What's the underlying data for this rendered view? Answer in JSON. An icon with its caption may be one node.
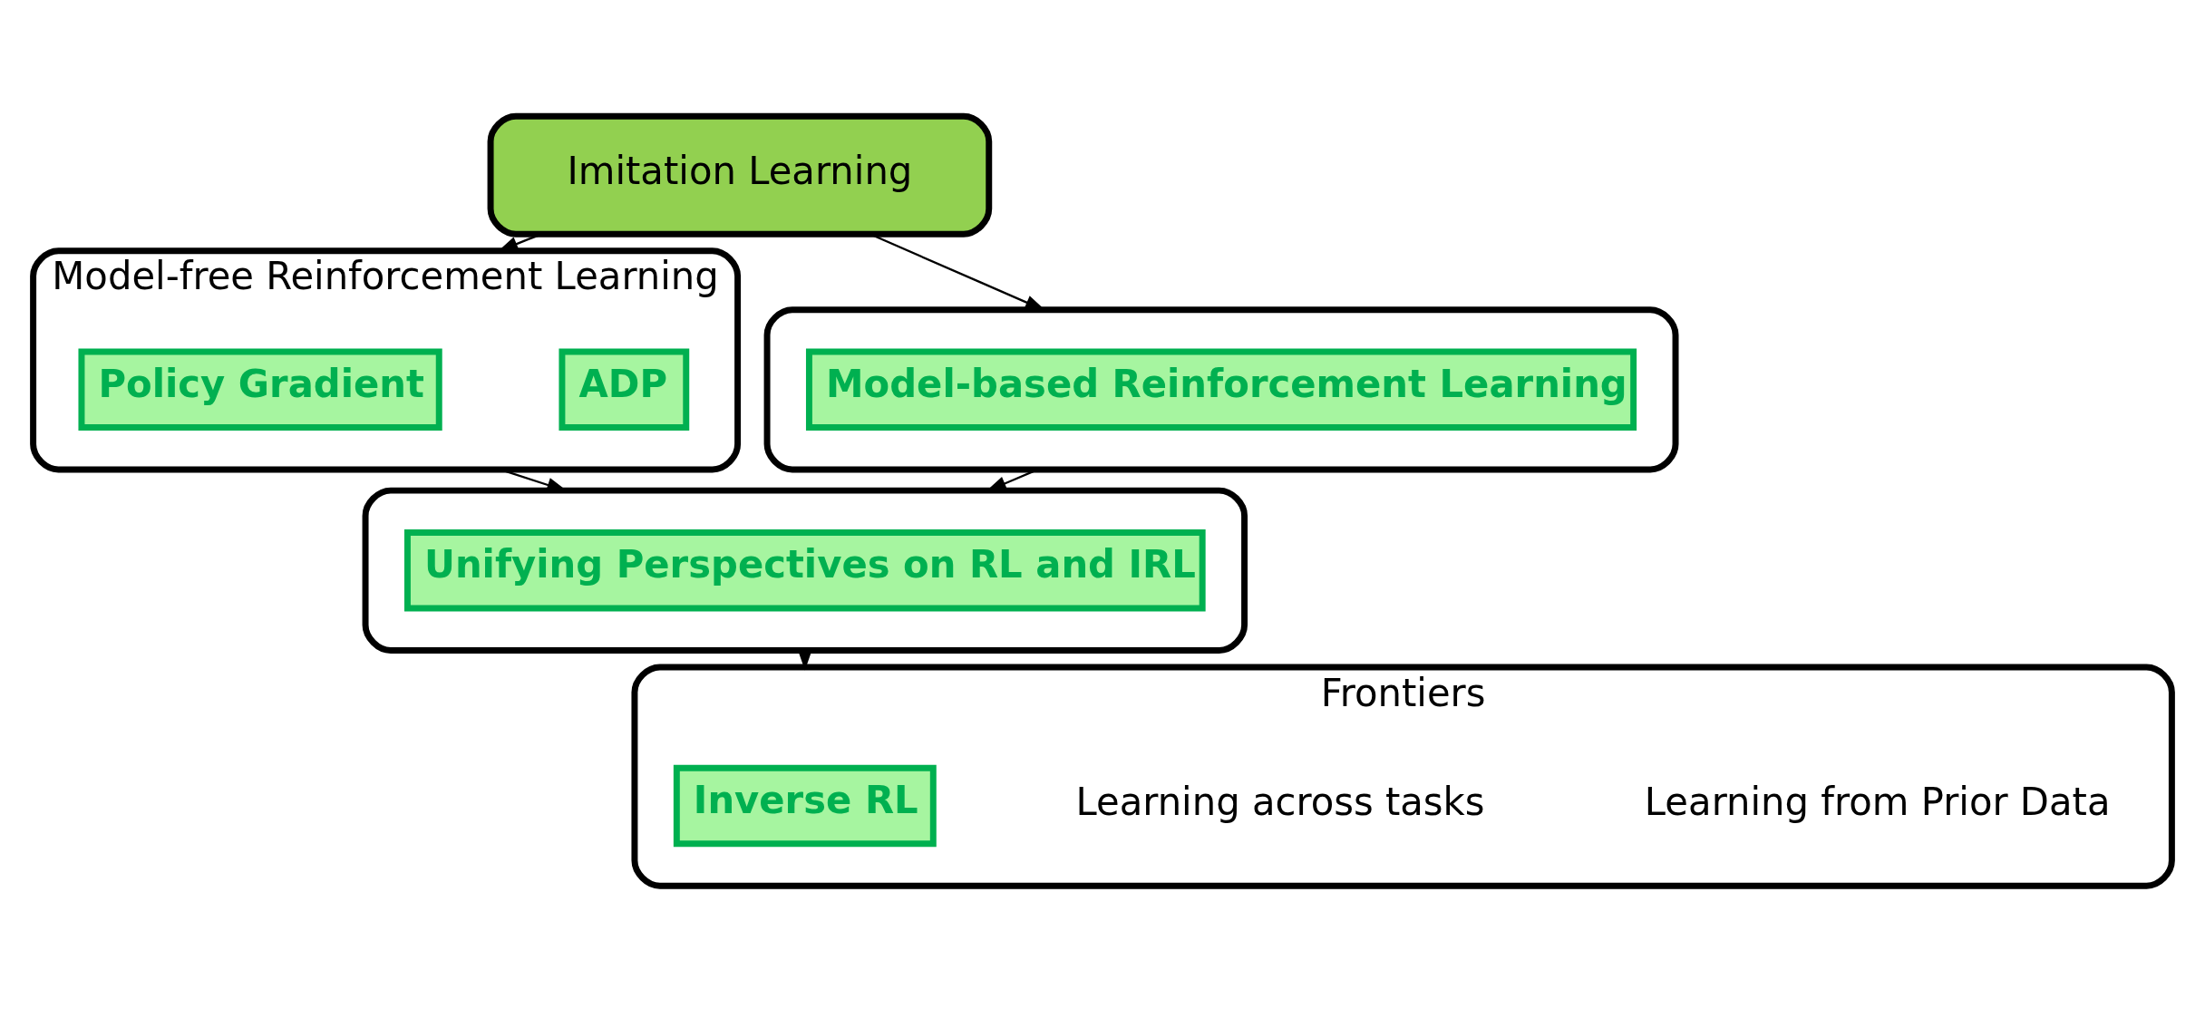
{
  "diagram": {
    "nodes": [
      {
        "text": [
          "Imitation Learning"
        ]
      },
      {
        "text": [
          "Model-free Reinforcement Learning"
        ]
      },
      {
        "text": [
          "Policy Gradient"
        ],
        "in": 1
      },
      {
        "text": [
          "ADP"
        ],
        "in": 1
      },
      {
        "text": [],
        "shape": "box"
      },
      {
        "text": [
          "Model-based Reinforcement Learning"
        ],
        "in": 4
      },
      {
        "text": [],
        "shape": "box"
      },
      {
        "text": [
          "Unifying Perspectives on RL and IRL"
        ],
        "in": 6
      },
      {
        "text": [
          "Frontiers"
        ]
      },
      {
        "text": [
          "Inverse RL"
        ],
        "in": 8
      },
      {
        "text": [
          "Learning across tasks"
        ],
        "in": 8
      },
      {
        "text": [
          "Learning from Prior Data"
        ],
        "in": 8
      }
    ],
    "edges": [
      {
        "from": 0,
        "to": 1,
        "arrow": "to"
      },
      {
        "from": 0,
        "to": 4,
        "arrow": "to"
      },
      {
        "from": 1,
        "to": 6,
        "arrow": "to"
      },
      {
        "from": 4,
        "to": 6,
        "arrow": "to"
      },
      {
        "from": 6,
        "to": 8,
        "arrow": "to"
      }
    ]
  }
}
